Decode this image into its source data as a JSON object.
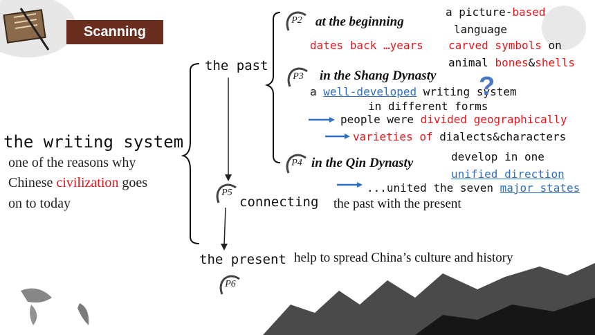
{
  "header": {
    "tag": "Scanning"
  },
  "root": {
    "title": "the writing system",
    "note_1": "one of the reasons why",
    "note_2a": "Chinese ",
    "note_2b": "civilization",
    "note_2c": " goes",
    "note_3": "on to today"
  },
  "past": {
    "label": "the past",
    "p2": {
      "badge": "P2",
      "heading": "at the beginning",
      "line1": "dates back …years",
      "pic_1a": "a picture-",
      "pic_1b": "based",
      "pic_2": "language",
      "carved": "carved symbols",
      "carved_on": " on",
      "animal": "animal ",
      "bones": "bones",
      "amp": "&",
      "shells": "shells"
    },
    "p3": {
      "badge": "P3",
      "heading": "in the Shang Dynasty",
      "line1_a": "a ",
      "line1_b": "well-developed",
      "line1_c": " writing system",
      "line2": "in different forms",
      "line3_a": "people were ",
      "line3_b": "divided geographically",
      "line4_a": "varieties of",
      "line4_b": " dialects&characters",
      "question": "?"
    },
    "p4": {
      "badge": "P4",
      "heading": "in the Qin Dynasty",
      "line1": "develop in one",
      "line2": "unified direction",
      "line3_a": "...united the seven ",
      "line3_b": "major states"
    }
  },
  "connecting": {
    "badge": "P5",
    "label": "connecting",
    "desc": "the past with the present"
  },
  "present": {
    "badge": "P6",
    "label": "the present",
    "desc": "help to spread China’s culture and history"
  },
  "colors": {
    "red": "#e8161b",
    "blue": "#2f6ec0",
    "tag_bg": "#6b2e1e",
    "arrow_blue": "#2f6ec0"
  }
}
